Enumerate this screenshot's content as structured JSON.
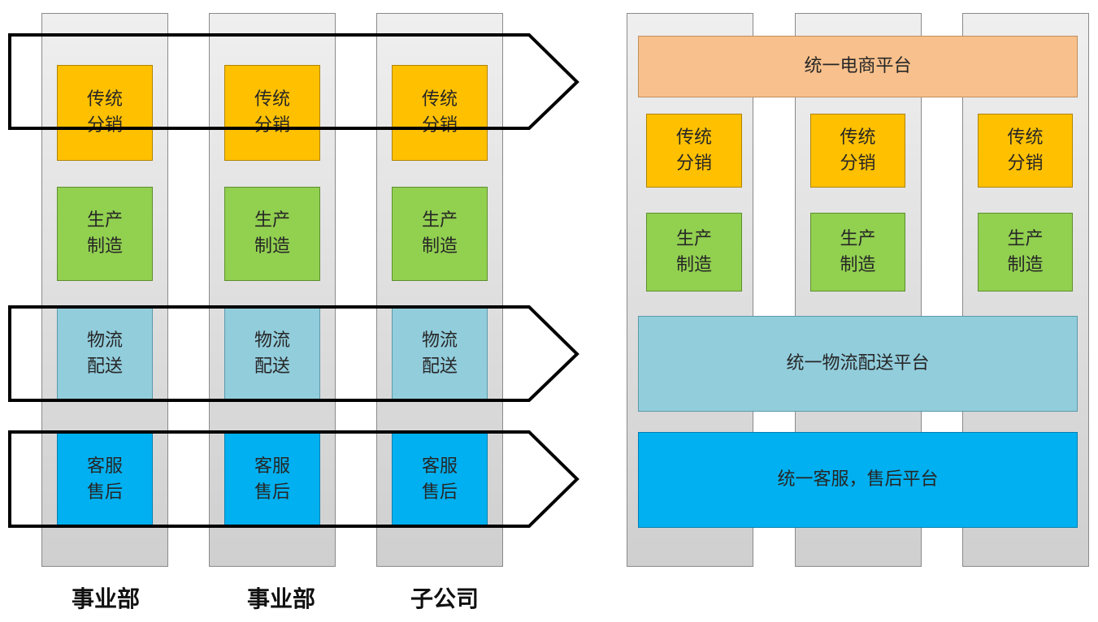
{
  "left_panel": {
    "units": [
      {
        "label": "事业部",
        "blocks": [
          {
            "line1": "传统",
            "line2": "分销"
          },
          {
            "line1": "生产",
            "line2": "制造"
          },
          {
            "line1": "物流",
            "line2": "配送"
          },
          {
            "line1": "客服",
            "line2": "售后"
          }
        ]
      },
      {
        "label": "事业部",
        "blocks": [
          {
            "line1": "传统",
            "line2": "分销"
          },
          {
            "line1": "生产",
            "line2": "制造"
          },
          {
            "line1": "物流",
            "line2": "配送"
          },
          {
            "line1": "客服",
            "line2": "售后"
          }
        ]
      },
      {
        "label": "子公司",
        "blocks": [
          {
            "line1": "传统",
            "line2": "分销"
          },
          {
            "line1": "生产",
            "line2": "制造"
          },
          {
            "line1": "物流",
            "line2": "配送"
          },
          {
            "line1": "客服",
            "line2": "售后"
          }
        ]
      }
    ]
  },
  "right_panel": {
    "ecommerce_platform": "统一电商平台",
    "logistics_platform": "统一物流配送平台",
    "service_platform": "统一客服，售后平台",
    "units": [
      {
        "blocks": [
          {
            "line1": "传统",
            "line2": "分销"
          },
          {
            "line1": "生产",
            "line2": "制造"
          }
        ]
      },
      {
        "blocks": [
          {
            "line1": "传统",
            "line2": "分销"
          },
          {
            "line1": "生产",
            "line2": "制造"
          }
        ]
      },
      {
        "blocks": [
          {
            "line1": "传统",
            "line2": "分销"
          },
          {
            "line1": "生产",
            "line2": "制造"
          }
        ]
      }
    ]
  },
  "colors": {
    "distribution": "#ffc000",
    "manufacturing": "#92d050",
    "logistics": "#92cddc",
    "service": "#00b0f0",
    "ecommerce": "#f8c08c"
  }
}
